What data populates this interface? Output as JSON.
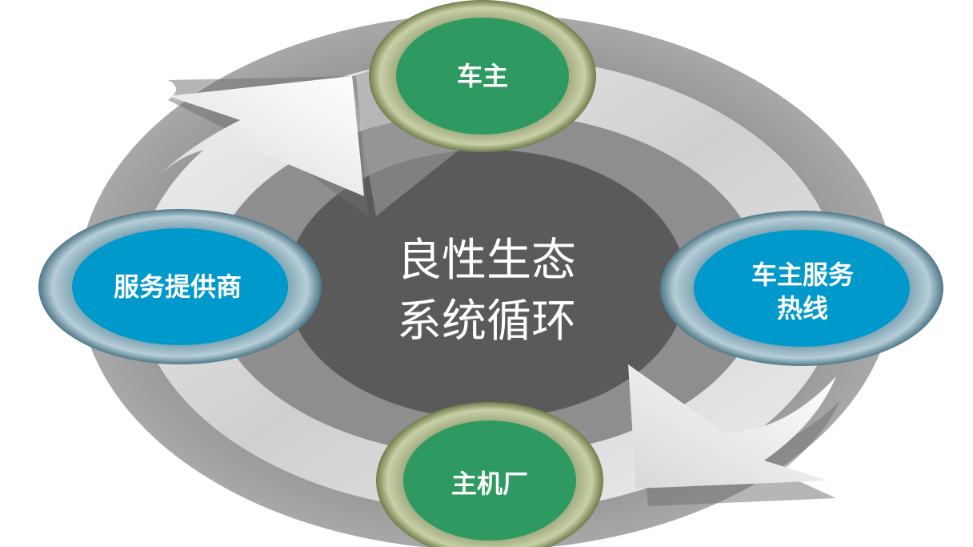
{
  "center": {
    "line1": "良性生态",
    "line2": "系统循环"
  },
  "nodes": {
    "top": {
      "label": "车主"
    },
    "bottom": {
      "label": "主机厂"
    },
    "left": {
      "label": "服务提供商"
    },
    "right": {
      "line1": "车主服务",
      "line2": "热线"
    }
  },
  "colors": {
    "green": "#2e9a62",
    "blue": "#0099cc",
    "olive": "#7a8a58",
    "steel": "#5f8a9c",
    "gray": "#999999",
    "dark": "#5a5a5a"
  }
}
